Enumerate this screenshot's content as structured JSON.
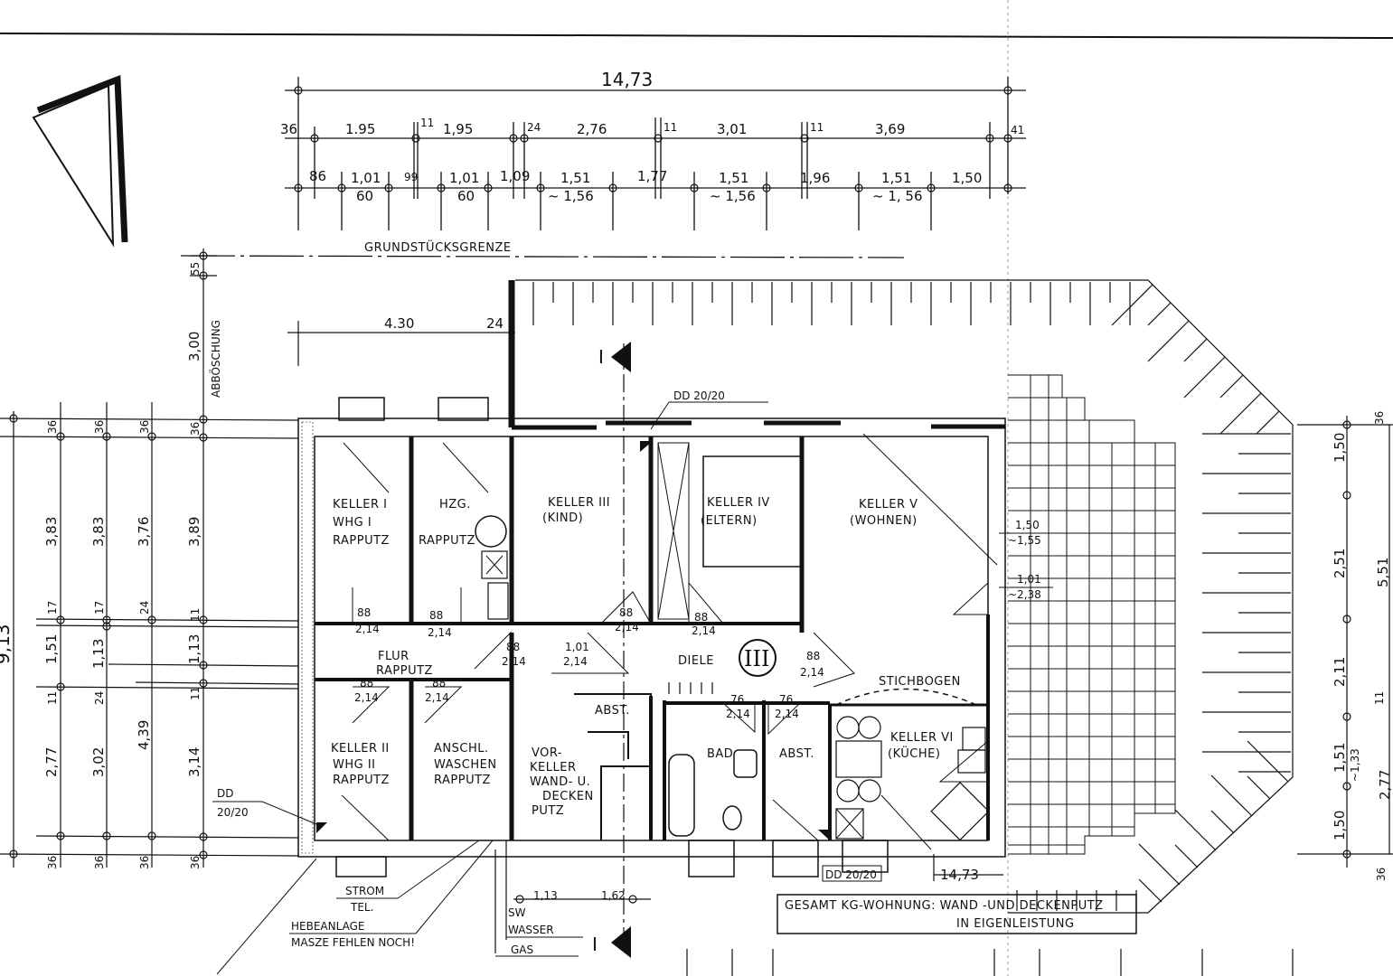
{
  "total_width_top": "14,73",
  "top_row1": [
    "36",
    "1.95",
    "11",
    "1,95",
    "24",
    "2,76",
    "11",
    "3,01",
    "11",
    "3,69",
    "41"
  ],
  "top_row2": [
    "86",
    "1,01",
    "99",
    "1,01",
    "1,09",
    "1,51",
    "1,77",
    "1,51",
    "1,96",
    "1,51",
    "1,50"
  ],
  "top_row2_sub": [
    "60",
    "60",
    "~ 1,56",
    "~ 1,56",
    "~ 1, 56"
  ],
  "plot_boundary": "GRUNDSTÜCKSGRENZE",
  "slope": "ABBÖSCHUNG",
  "left_vert": [
    "55",
    "3,00",
    "36",
    "3,89",
    "11",
    "1,13",
    "11",
    "3,14",
    "36"
  ],
  "left_cols": {
    "c1": [
      "36",
      "3,83",
      "17",
      "1,51",
      "11",
      "2,77",
      "36"
    ],
    "c2": [
      "36",
      "3,83",
      "17",
      "1,13",
      "24",
      "3,02",
      "36"
    ],
    "c3": [
      "36",
      "3,76",
      "24",
      "4,39",
      "36"
    ]
  },
  "left_total": "9,13",
  "misc_dims": {
    "d430": "4.30",
    "d24": "24"
  },
  "rooms": {
    "keller1": [
      "KELLER I",
      "WHG I",
      "RAPPUTZ"
    ],
    "hzg": [
      "HZG.",
      "RAPPUTZ"
    ],
    "keller3": [
      "KELLER III",
      "(KIND)"
    ],
    "keller4": [
      "KELLER IV",
      "(ELTERN)"
    ],
    "keller5": [
      "KELLER V",
      "(WOHNEN)"
    ],
    "flur": [
      "FLUR",
      "RAPPUTZ"
    ],
    "diele": "DIELE",
    "roman": "III",
    "keller2": [
      "KELLER II",
      "WHG II",
      "RAPPUTZ"
    ],
    "anschl": [
      "ANSCHL.",
      "WASCHEN",
      "RAPPUTZ"
    ],
    "vorkeller": [
      "VOR-",
      "KELLER",
      "WAND- U.",
      "DECKEN",
      "PUTZ"
    ],
    "abst1": "ABST.",
    "bad": "BAD",
    "abst2": "ABST.",
    "keller6": [
      "KELLER VI",
      "(KÜCHE)"
    ],
    "stichbogen": "STICHBOGEN"
  },
  "doors": [
    "88",
    "2,14",
    "1,01",
    "76"
  ],
  "right_dims": [
    "36",
    "1,50",
    "2,51",
    "5,51",
    "2,11",
    "11",
    "1,51",
    "~1,33",
    "2,77",
    "1,50",
    "36"
  ],
  "window_dims": {
    "a": "1,50",
    "b": "~1,55",
    "c": "1,01",
    "d": "~2,38"
  },
  "dd_label": "DD 20/20",
  "dd_left": [
    "DD",
    "20/20"
  ],
  "section": "I",
  "bottom_dims": {
    "a": "1,13",
    "b": "1,62",
    "total": "14,73"
  },
  "utilities": [
    "STROM",
    "TEL.",
    "HEBEANLAGE",
    "MASZE FEHLEN NOCH!",
    "SW",
    "WASSER",
    "GAS"
  ],
  "note": [
    "GESAMT KG-WOHNUNG: WAND -UND DECKENPUTZ",
    "IN EIGENLEISTUNG"
  ]
}
